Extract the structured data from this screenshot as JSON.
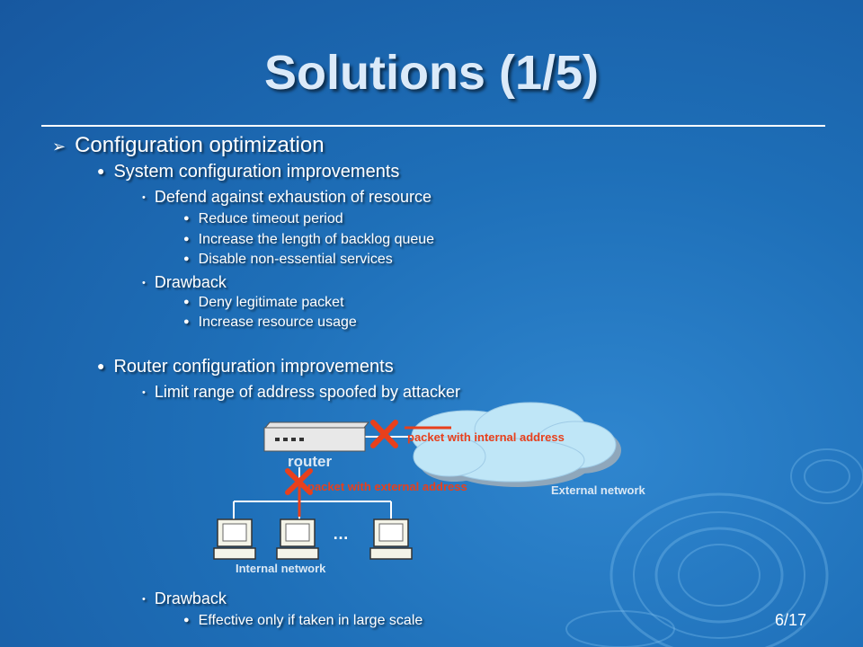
{
  "slide": {
    "title": "Solutions (1/5)",
    "page_number": "6/17"
  },
  "outline": {
    "h1": "Configuration optimization",
    "system": {
      "heading": "System configuration improvements",
      "defend": "Defend against exhaustion of resource",
      "items": [
        "Reduce timeout period",
        "Increase the length of backlog queue",
        "Disable non-essential services"
      ],
      "drawback": "Drawback",
      "drawback_items": [
        "Deny legitimate packet",
        "Increase resource usage"
      ]
    },
    "router": {
      "heading": "Router configuration improvements",
      "limit": "Limit range of address spoofed by attacker",
      "drawback": "Drawback",
      "drawback_item": "Effective only if taken in large scale"
    }
  },
  "diagram": {
    "router_label": "router",
    "internal_packet_label": "packet with internal address",
    "external_packet_label": "packet with external address",
    "external_network_label": "External network",
    "internal_network_label": "Internal network",
    "ellipsis": "…",
    "colors": {
      "annotation": "#e8401c",
      "cloud": "#bfe6f7",
      "label": "#dbe8f4"
    }
  }
}
